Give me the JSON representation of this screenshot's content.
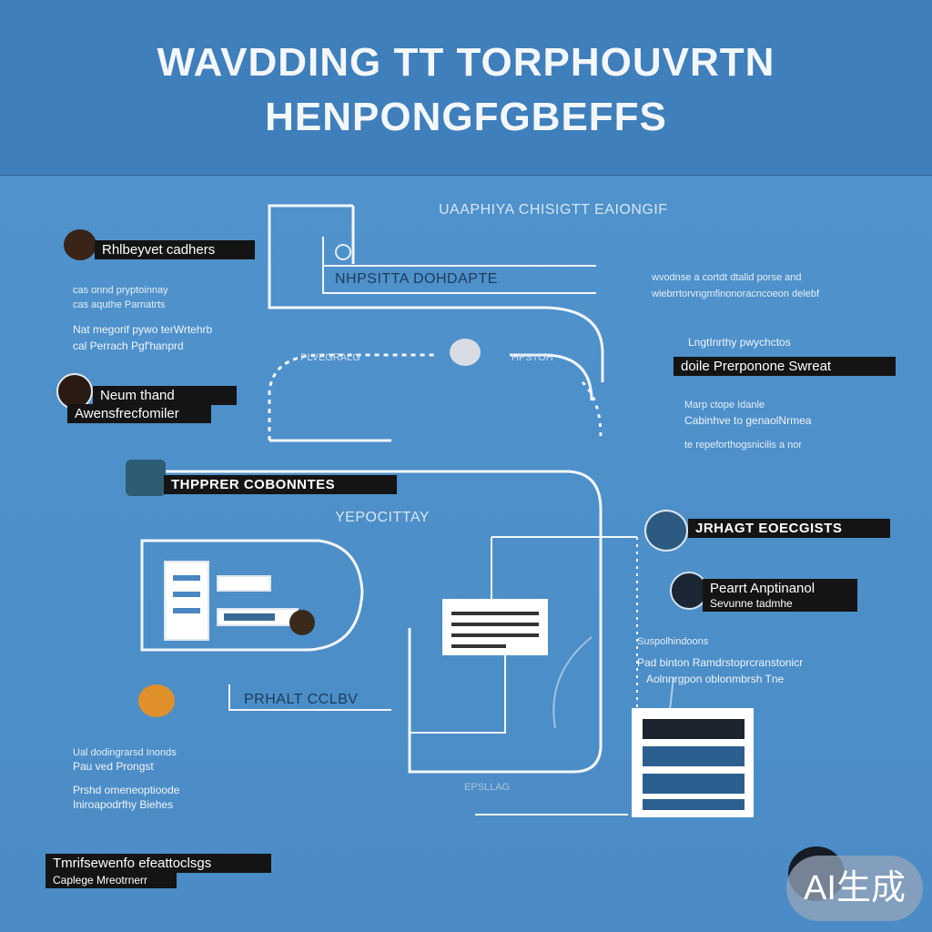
{
  "header": {
    "title_line1": "WAVDDING  TT TORPHOUVRTN",
    "title_line2": "HENPONGFGBEFFS"
  },
  "top_caption": "UAAPHIYA CHISIGTT EAIONGIF",
  "left": {
    "label1": "Rhlbeyvet cadhers",
    "text1a": "cas onnd pryptoinnay",
    "text1b": "cas aquthe Parnatrts",
    "text2a": "Nat megorif pywo terWrtehrb",
    "text2b": "cal Perrach Pgf'hanprd",
    "label2a": "Neum thand",
    "label2b": "Awensfrecfomiler",
    "label3": "THPPRER COBONNTES",
    "text3a": "Ual dodingrarsd Inonds",
    "text3b": "Pau ved Prongst",
    "text4a": "Prshd omeneoptioode",
    "text4b": "Iniroapodrfhy Biehes",
    "label4a": "Tmrifsewenfo efeattoclsgs",
    "label4b": "Caplege Mreotrnerr"
  },
  "center": {
    "box_label": "NHPSITTA DOHDAPTE",
    "mid_caption_left": "PLVEGRALG",
    "mid_caption_right": "HPSTOH",
    "caption_yep": "YEPOCITTAY",
    "label_prahalt": "PRHALT CCLBV",
    "bottom_caption": "EPSLLAG"
  },
  "right": {
    "text1a": "wvodnse a cortdt dtalid  porse and",
    "text1b": "wiebrrtorvngmfinonoracncoeon delebf",
    "text2": "LngtInrthy pwychctos",
    "label1": "doile Prerponone Swreat",
    "text3a": "Marp ctope Idanle",
    "text3b": "Cabinhve  to genaolNrmea",
    "text3c": "te repeforthogsnicilis a nor",
    "label2": "JRHAGT EOECGISTS",
    "label3a": "Pearrt Anptinanol",
    "label3b": "Sevunne tadmhe",
    "text4a": "Suspolhindoons",
    "text4b": "Pad binton Ramdrstoprcranstonicr",
    "text4c": "Aolnnrgpon oblonmbrsh Tne"
  },
  "badge": "AI生成",
  "colors": {
    "header_bg": "#3f7fbc",
    "canvas_bg": "#4d8ec6",
    "wire": "#f2f6fb",
    "label_bg": "#141414",
    "accent_orange": "#e0902a",
    "accent_dark": "#1a2633"
  }
}
